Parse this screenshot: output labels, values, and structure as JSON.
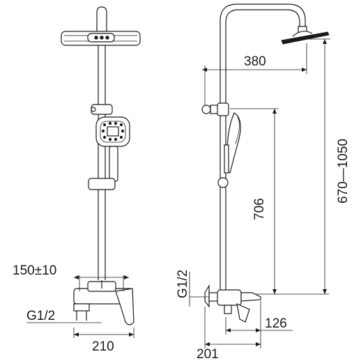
{
  "dimensions": {
    "arm_length": "380",
    "height_range": "670—1050",
    "slider_height": "706",
    "inlet_spacing": "150±10",
    "thread_front": "G1/2",
    "thread_side": "G1/2",
    "spout_length": "126",
    "mixer_width_front": "210",
    "mixer_depth_side": "201"
  }
}
